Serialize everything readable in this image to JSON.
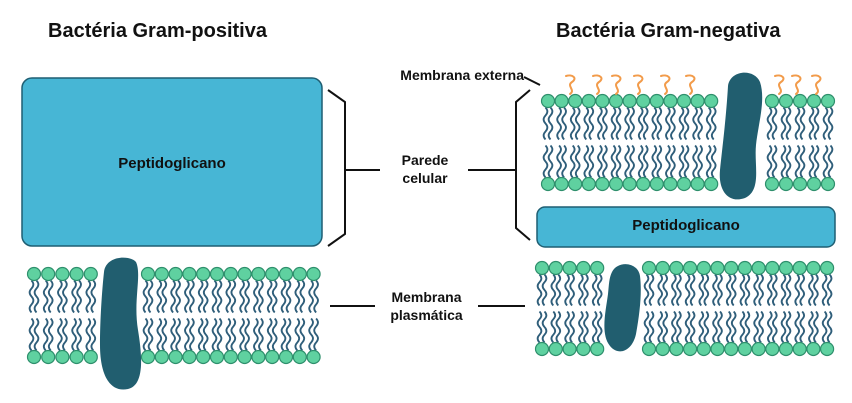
{
  "titles": {
    "gram_positive": "Bactéria Gram-positiva",
    "gram_negative": "Bactéria Gram-negativa"
  },
  "labels": {
    "outer_membrane": "Membrana externa",
    "cell_wall_line1": "Parede",
    "cell_wall_line2": "celular",
    "plasma_membrane_line1": "Membrana",
    "plasma_membrane_line2": "plasmática",
    "peptidoglycan_left": "Peptidoglicano",
    "peptidoglycan_right": "Peptidoglicano"
  },
  "colors": {
    "peptidoglycan": "#47b6d5",
    "peptidoglycan_border": "#1f5f73",
    "lipid_head": "#5fd1a0",
    "lipid_head_border": "#2e8f6c",
    "lipid_tail": "#2f5e7a",
    "protein": "#215e6f",
    "lps": "#f29b4a",
    "line": "#111111"
  }
}
